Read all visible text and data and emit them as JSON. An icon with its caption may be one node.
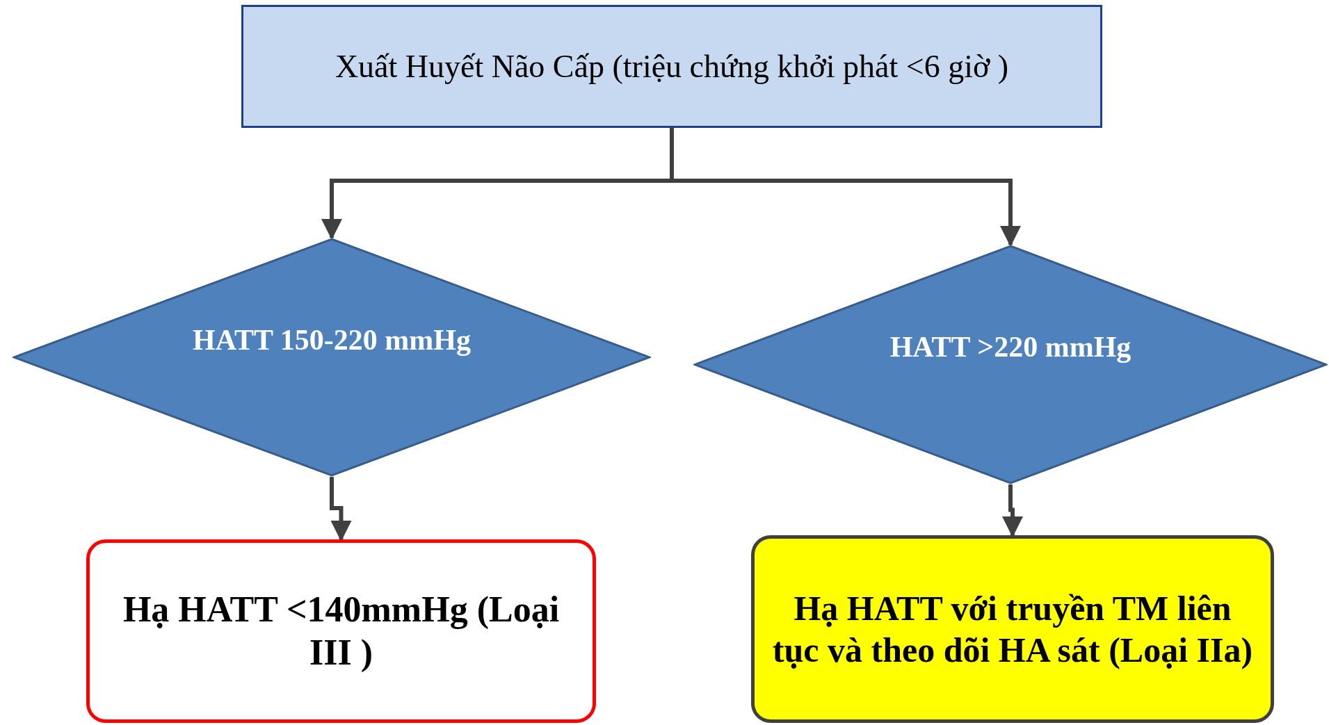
{
  "diagram": {
    "nodes": [
      {
        "text": [
          "Xuất Huyết Não Cấp (triệu chứng khởi phát <6 giờ )"
        ]
      },
      {
        "text": [
          "HATT 150-220 mmHg"
        ]
      },
      {
        "text": [
          "HATT >220 mmHg"
        ]
      },
      {
        "text": [
          "Hạ HATT <140mmHg (Loại III )"
        ]
      },
      {
        "text": [
          "Hạ HATT với truyền TM liên tục và theo dõi HA sát (Loại IIa)"
        ]
      }
    ],
    "edges": [
      {
        "from": 0,
        "to": 1,
        "arrow": "to"
      },
      {
        "from": 0,
        "to": 2,
        "arrow": "to"
      },
      {
        "from": 1,
        "to": 3,
        "arrow": "to"
      },
      {
        "from": 2,
        "to": 4,
        "arrow": "to"
      }
    ]
  }
}
